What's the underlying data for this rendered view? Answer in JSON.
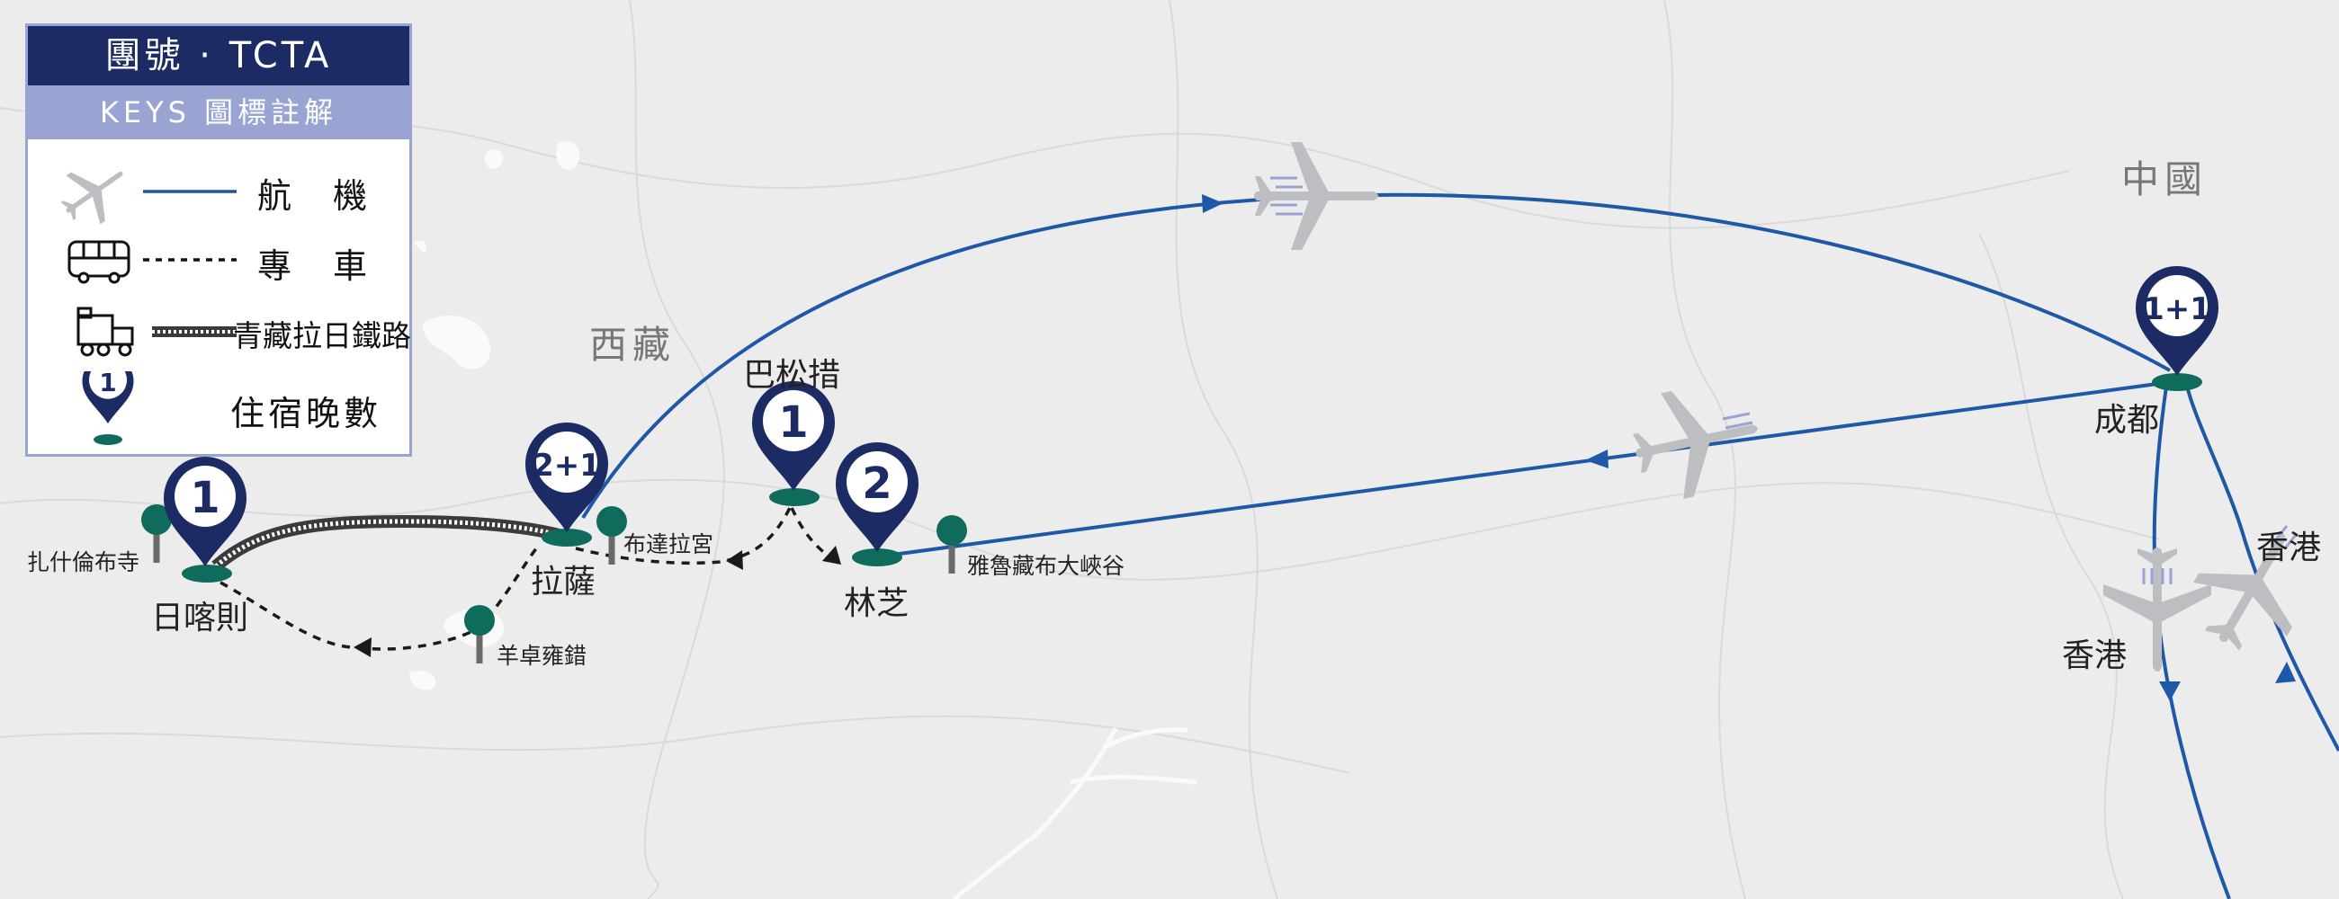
{
  "legend": {
    "title": "團號 · TCTA",
    "subtitle": "KEYS 圖標註解",
    "flight": "航　機",
    "coach": "專　車",
    "rail": "青藏拉日鐵路",
    "nights": "住宿晚數",
    "sample_badge": "1"
  },
  "regions": {
    "tibet": "西藏",
    "china": "中國"
  },
  "cities": {
    "shigatse": "日喀則",
    "lhasa": "拉薩",
    "basongtso": "巴松措",
    "nyingchi": "林芝",
    "chengdu": "成都",
    "hongkong_right": "香港",
    "hongkong_left": "香港"
  },
  "nights": {
    "shigatse": "1",
    "lhasa": "2+1",
    "basongtso": "1",
    "nyingchi": "2",
    "chengdu": "1+1"
  },
  "pois": {
    "tashilhunpo": "扎什倫布寺",
    "potala": "布達拉宮",
    "yamdrok": "羊卓雍錯",
    "yarlung": "雅魯藏布大峽谷"
  },
  "colors": {
    "navy": "#1c2b63",
    "flight_line": "#1f58a6",
    "legend_accent": "#9aa4d3",
    "marker_base": "#0f6b5c",
    "plane": "#bdbec2",
    "background": "#ececed"
  }
}
